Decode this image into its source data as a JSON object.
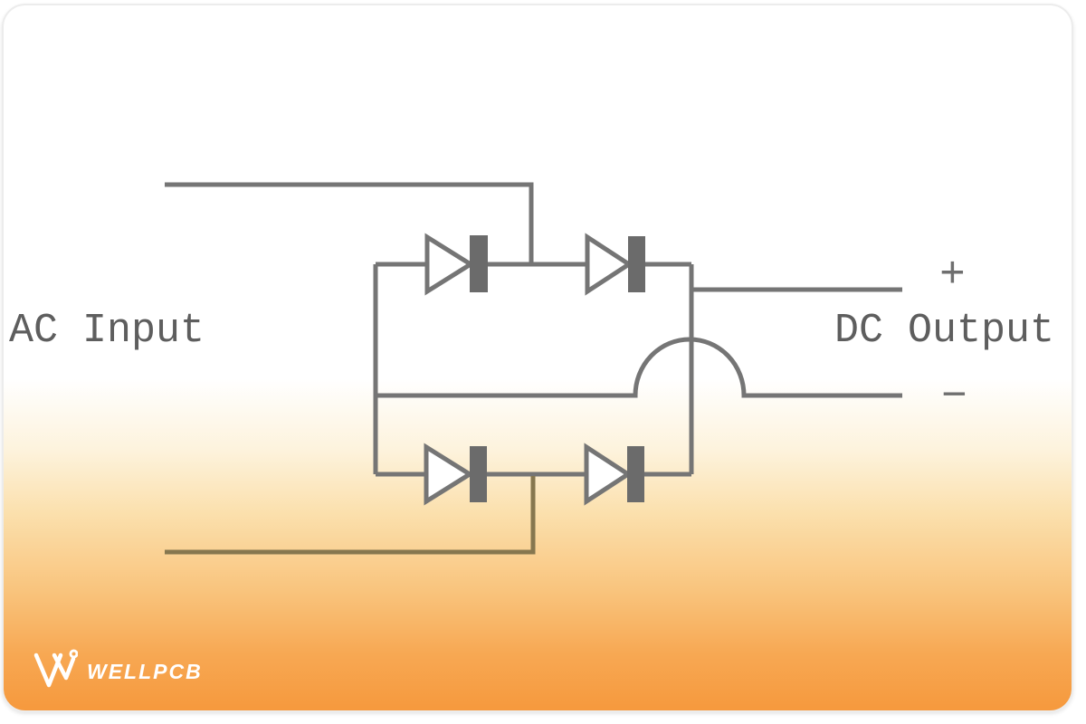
{
  "card": {
    "border_color": "#ececec",
    "background_top_color": "#ffffff",
    "background_bottom_color": "#f6993d"
  },
  "diagram": {
    "kind": "full-wave bridge rectifier circuit",
    "labels": {
      "ac_input": "AC Input",
      "dc_output": "DC Output",
      "plus": "+",
      "minus": "−"
    },
    "diode_count": "4",
    "colors": {
      "wire": "#757575",
      "diode_body": "#ffffff",
      "diode_bar": "#6b6b6b",
      "bottom_ac_wire": "#86774f",
      "label_text": "#5e5e5e"
    }
  },
  "footer": {
    "brand": "WELLPCB",
    "logo_icon": "wellpcb-w-mark-icon",
    "logo_color": "#ffffff"
  }
}
